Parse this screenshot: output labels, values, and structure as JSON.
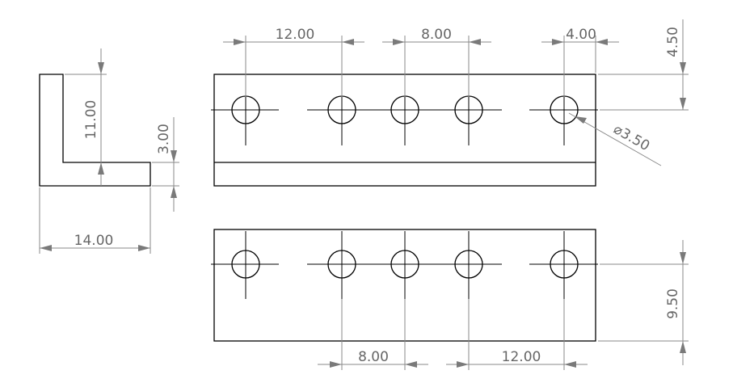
{
  "drawing": {
    "dimensions": {
      "side_height": "11.00",
      "side_thickness": "3.00",
      "side_width": "14.00",
      "top_spacing_first": "12.00",
      "top_spacing_middle": "8.00",
      "top_spacing_last": "4.00",
      "top_edge_offset": "4.50",
      "hole_diameter": "⌀3.50",
      "bottom_spacing_middle": "8.00",
      "bottom_spacing_last": "12.00",
      "bottom_edge_offset": "9.50"
    },
    "colors": {
      "part_line": "#000000",
      "dimension_line": "#8a8a8a",
      "dimension_text": "#666666"
    }
  }
}
